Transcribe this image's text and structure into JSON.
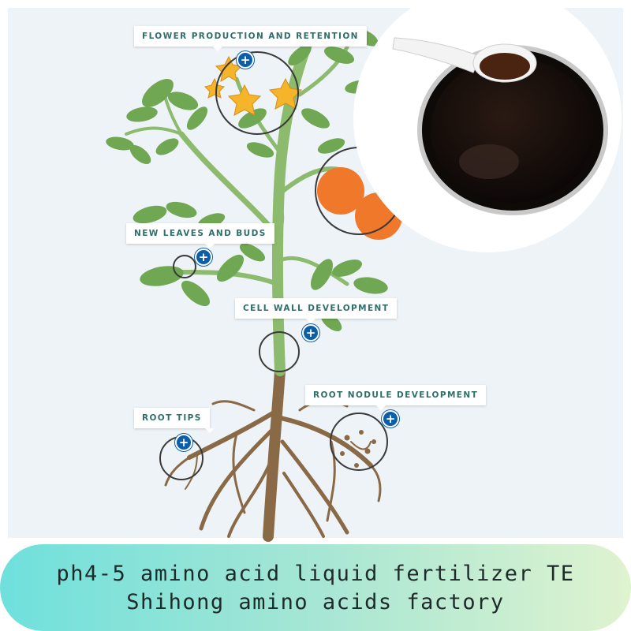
{
  "callouts": {
    "flower": "FLOWER PRODUCTION AND RETENTION",
    "leaves": "NEW LEAVES AND BUDS",
    "cell_wall": "CELL WALL DEVELOPMENT",
    "root_nodule": "ROOT NODULE DEVELOPMENT",
    "root_tips": "ROOT TIPS"
  },
  "plus_symbol": "+",
  "footer": {
    "line1": "ph4-5 amino acid liquid fertilizer TE",
    "line2": "Shihong amino acids factory"
  },
  "colors": {
    "panel_bg": "#eef3f7",
    "stem": "#8dbb6e",
    "leaf": "#6fa752",
    "root": "#8a6a46",
    "flower": "#f4b52a",
    "fruit": "#f0782a",
    "button": "#0d5ea8",
    "callout_text": "#2f6f6a",
    "liquid": "#1a120e"
  }
}
